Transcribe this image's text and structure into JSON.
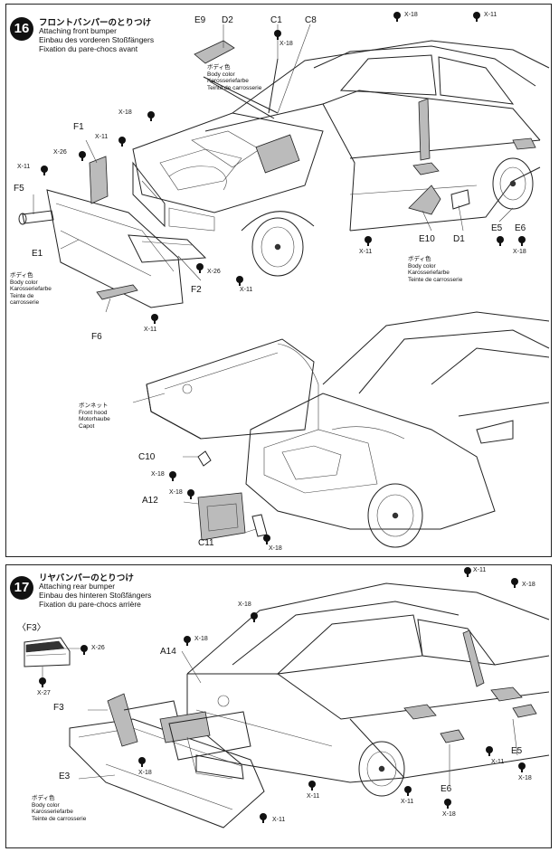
{
  "step16": {
    "number": "16",
    "title_jp": "フロントバンパーのとりつけ",
    "title_en": "Attaching front bumper",
    "title_de": "Einbau des vorderen Stoßfängers",
    "title_fr": "Fixation du pare-chocs avant",
    "parts": {
      "e9": "E9",
      "d2": "D2",
      "c1": "C1",
      "c8": "C8",
      "f1": "F1",
      "f5": "F5",
      "e1": "E1",
      "f6": "F6",
      "f2": "F2",
      "e10": "E10",
      "d1": "D1",
      "e5": "E5",
      "e6": "E6",
      "c10": "C10",
      "a12": "A12",
      "c11": "C11"
    },
    "screws": {
      "x18": "X-18",
      "x11": "X-11",
      "x26": "X-26"
    },
    "body_color": {
      "jp": "ボディ色",
      "en": "Body color",
      "de": "Karosseriefarbe",
      "fr": "Teinte de carrosserie"
    },
    "body_color_e1": {
      "jp": "ボディ色",
      "en": "Body color",
      "de": "Karosseriefarbe",
      "fr1": "Teinte de",
      "fr2": "carrosserie"
    },
    "hood": {
      "jp": "ボンネット",
      "en": "Front hood",
      "de": "Motorhaube",
      "fr": "Capot"
    }
  },
  "step17": {
    "number": "17",
    "title_jp": "リヤバンパーのとりつけ",
    "title_en": "Attaching rear bumper",
    "title_de": "Einbau des hinteren Stoßfängers",
    "title_fr": "Fixation du pare-chocs arrière",
    "parts": {
      "f3_detail": "〈F3〉",
      "a14": "A14",
      "f3": "F3",
      "e3": "E3",
      "e5": "E5",
      "e6": "E6"
    },
    "screws": {
      "x11": "X-11",
      "x18": "X-18",
      "x26": "X-26",
      "x27": "X-27"
    },
    "body_color": {
      "jp": "ボディ色",
      "en": "Body color",
      "de": "Karosseriefarbe",
      "fr": "Teinte de carrosserie"
    }
  }
}
